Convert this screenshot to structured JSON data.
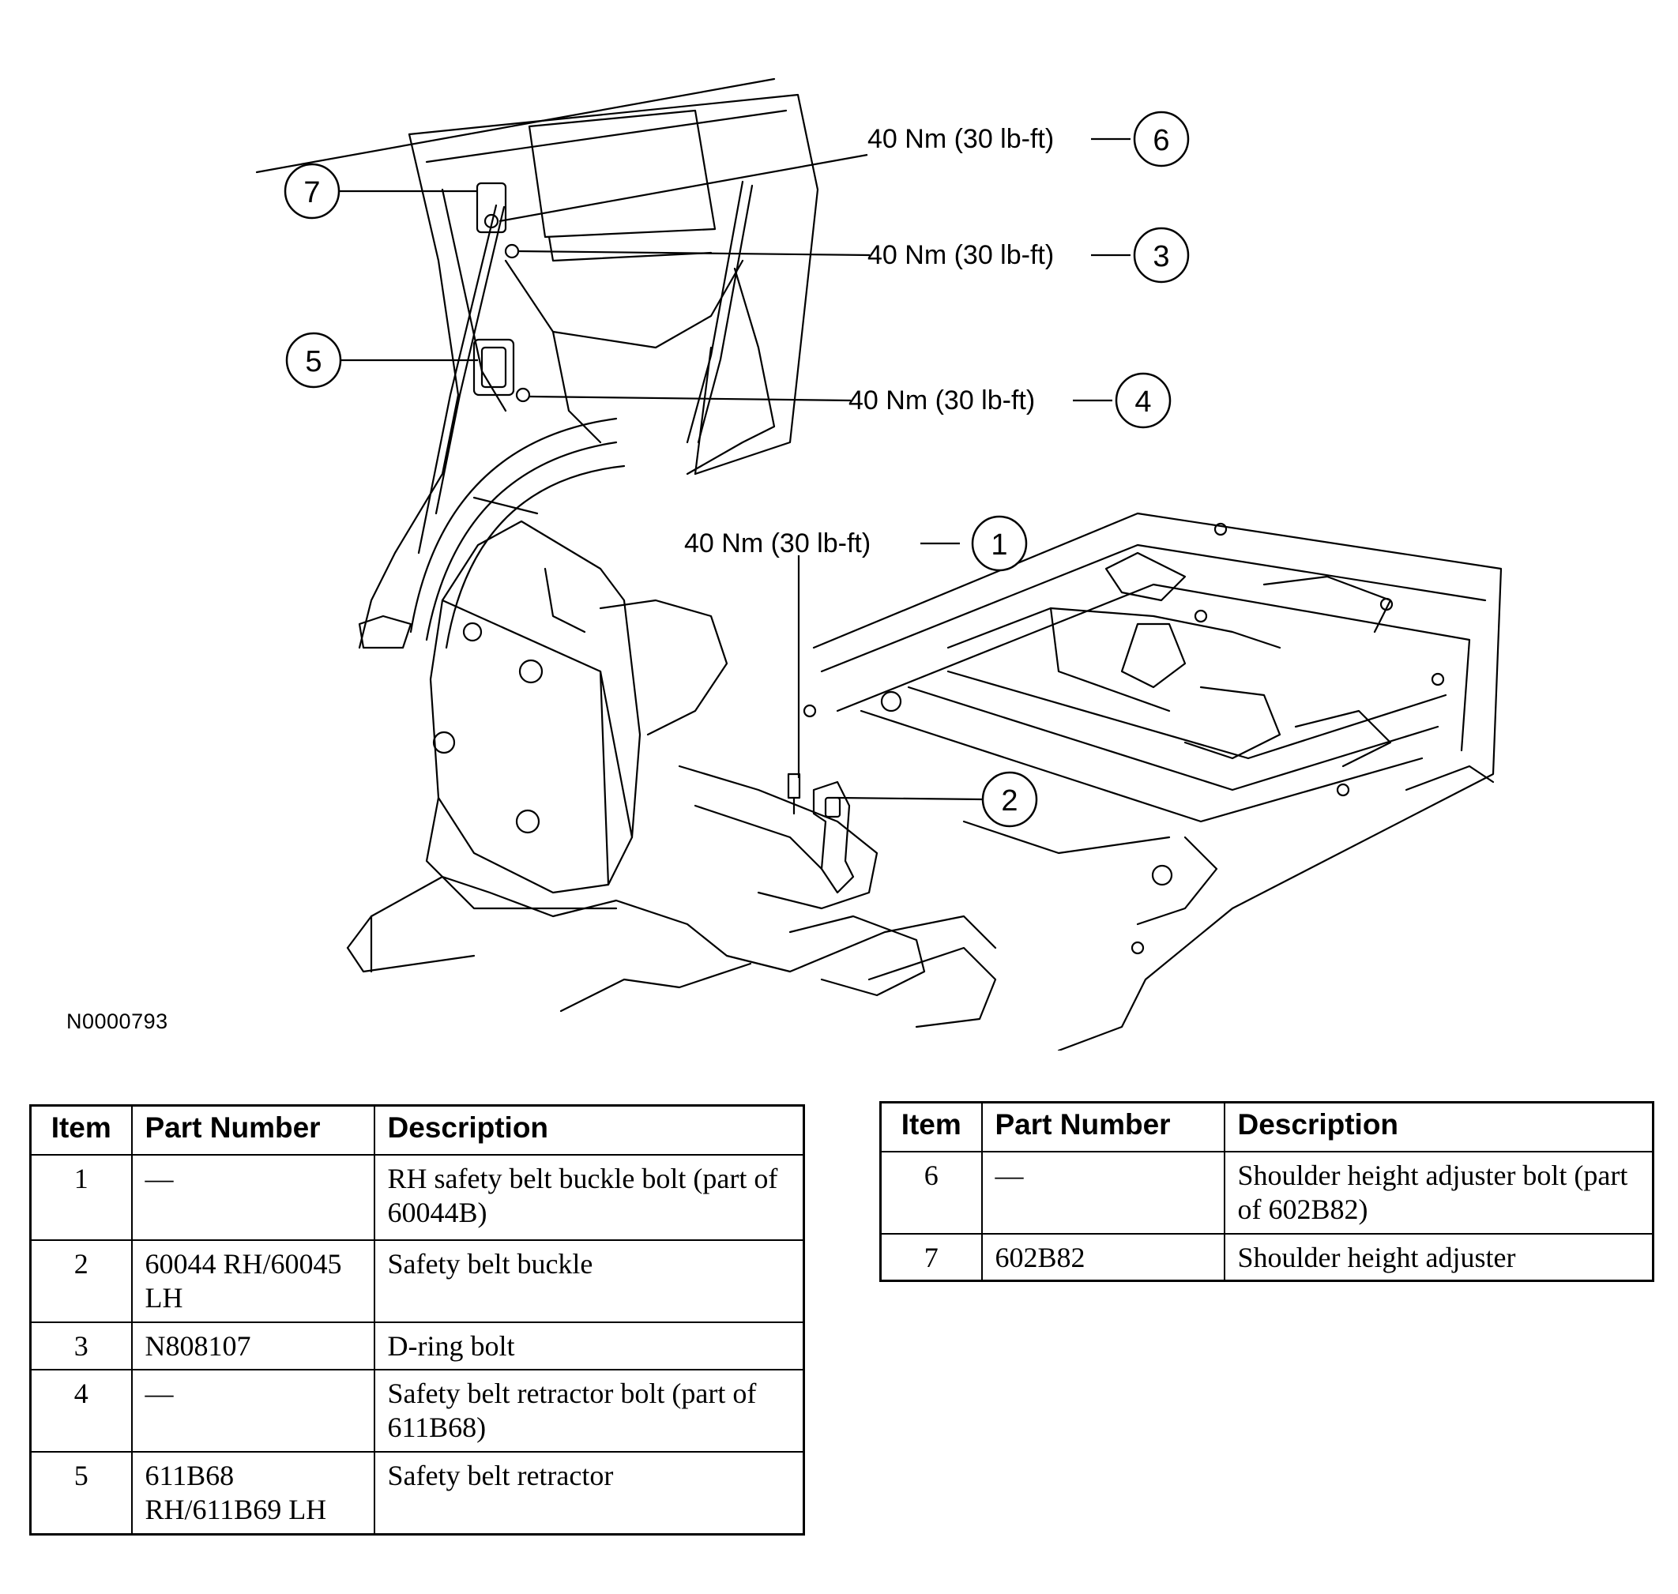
{
  "figure_id": "N0000793",
  "callouts": [
    {
      "number": "1",
      "torque": "40 Nm (30 lb-ft)"
    },
    {
      "number": "2",
      "torque": ""
    },
    {
      "number": "3",
      "torque": "40 Nm (30 lb-ft)"
    },
    {
      "number": "4",
      "torque": "40 Nm (30 lb-ft)"
    },
    {
      "number": "5",
      "torque": ""
    },
    {
      "number": "6",
      "torque": "40 Nm (30 lb-ft)"
    },
    {
      "number": "7",
      "torque": ""
    }
  ],
  "table_headers": {
    "item": "Item",
    "part_number": "Part Number",
    "description": "Description"
  },
  "parts_left": [
    {
      "item": "1",
      "part_number": "—",
      "description": "RH safety belt buckle bolt (part of 60044B)"
    },
    {
      "item": "2",
      "part_number": "60044 RH/60045 LH",
      "description": "Safety belt buckle"
    },
    {
      "item": "3",
      "part_number": "N808107",
      "description": "D-ring bolt"
    },
    {
      "item": "4",
      "part_number": "—",
      "description": "Safety belt retractor bolt (part of 611B68)"
    },
    {
      "item": "5",
      "part_number": "611B68 RH/611B69 LH",
      "description": "Safety belt retractor"
    }
  ],
  "parts_right": [
    {
      "item": "6",
      "part_number": "—",
      "description": "Shoulder height adjuster bolt (part of 602B82)"
    },
    {
      "item": "7",
      "part_number": "602B82",
      "description": "Shoulder height adjuster"
    }
  ]
}
